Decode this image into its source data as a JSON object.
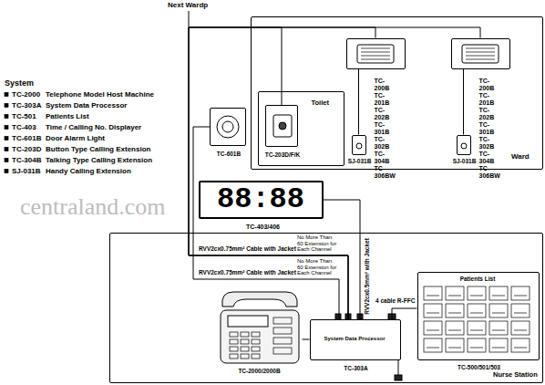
{
  "diagram": {
    "nodes": [
      {
        "text": [
          "Ward"
        ]
      },
      {
        "text": [
          "Toilet"
        ],
        "in": 0
      },
      {
        "text": [
          "TC-203D/F/K"
        ],
        "in": 1
      },
      {
        "text": [
          "TC-200B TC-201B TC-202B TC-301B TC-302B TC-304B TC-306BW"
        ],
        "in": 0
      },
      {
        "text": [
          "SJ-031B"
        ],
        "in": 0
      },
      {
        "text": [
          "TC-200B TC-201B TC-202B TC-301B TC-302B TC-304B TC-306BW"
        ],
        "in": 0
      },
      {
        "text": [
          "SJ-031B"
        ],
        "in": 0
      },
      {
        "text": [
          "TC-601B"
        ]
      },
      {
        "text": [
          "88:88",
          "TC-403/406"
        ]
      },
      {
        "text": [
          "Nurse Station"
        ]
      },
      {
        "text": [
          "TC-2000/2000B"
        ],
        "in": 9
      },
      {
        "text": [
          "System Data Processor",
          "TC-303A"
        ],
        "in": 9
      },
      {
        "text": [
          "Patients List",
          "TC-500/501/503"
        ],
        "in": 9
      }
    ],
    "edges": [
      {
        "from": 4,
        "to": 3,
        "arrow": "none"
      },
      {
        "from": 6,
        "to": 5,
        "arrow": "none"
      },
      {
        "from": 7,
        "to": 11,
        "arrow": "none"
      },
      {
        "from": 2,
        "to": 11,
        "arrow": "none"
      },
      {
        "from": 3,
        "to": 11,
        "arrow": "none"
      },
      {
        "from": 5,
        "to": 11,
        "arrow": "none"
      },
      {
        "from": 8,
        "to": 11,
        "arrow": "none",
        "label": "RVV2cx0.5mm² with Jacket"
      },
      {
        "from": 10,
        "to": 11,
        "arrow": "none"
      },
      {
        "from": 12,
        "to": 11,
        "arrow": "none",
        "label": "4 cable R-FFC"
      }
    ],
    "labels": [
      "Next Wardp",
      "System",
      "TC-2000",
      "Telephone Model Host Machine",
      "TC-303A",
      "System Data Processor",
      "TC-501",
      "Patients List",
      "TC-403",
      "Time / Calling No. Displayer",
      "TC-601B",
      "Door Alarm Light",
      "TC-203D",
      "Button Type Calling Extension",
      "TC-304B",
      "Talking Type Calling Extension",
      "SJ-031B",
      "Handy Calling Extension",
      "RVV2cx0.75mm² Cable with Jacket",
      "No More Than 60 Extension for Each Channel",
      "RVV2cx0.75mm² Cable with Jacket",
      "No More Than 60 Extension for Each Channel",
      "centraland.com"
    ]
  }
}
